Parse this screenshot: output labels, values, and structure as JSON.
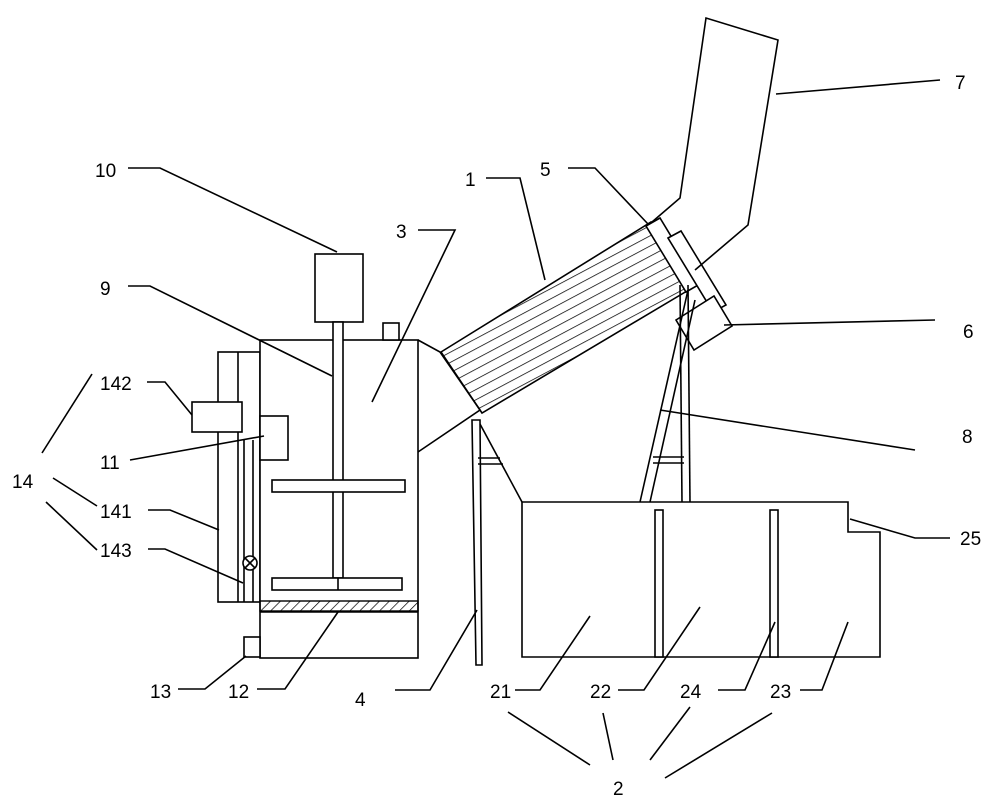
{
  "labels": {
    "l1": "1",
    "l2": "2",
    "l3": "3",
    "l4": "4",
    "l5": "5",
    "l6": "6",
    "l7": "7",
    "l8": "8",
    "l9": "9",
    "l10": "10",
    "l11": "11",
    "l12": "12",
    "l13": "13",
    "l14": "14",
    "l141": "141",
    "l142": "142",
    "l143": "143",
    "l21": "21",
    "l22": "22",
    "l23": "23",
    "l24": "24",
    "l25": "25"
  }
}
